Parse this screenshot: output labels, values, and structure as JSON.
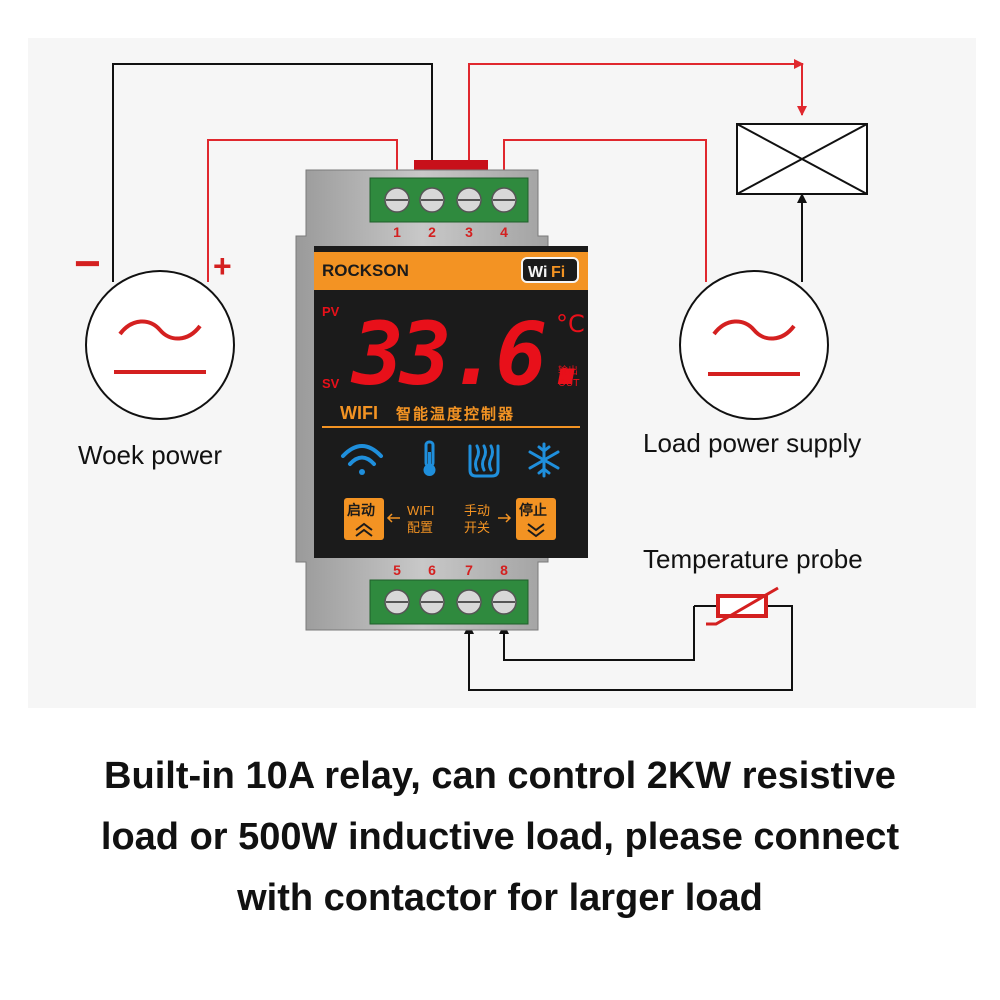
{
  "labels": {
    "work_power": "Woek power",
    "load_power_supply": "Load power supply",
    "temperature_probe": "Temperature probe",
    "minus": "−",
    "plus": "+"
  },
  "device": {
    "brand": "ROCKSON",
    "wifi_badge_1": "Wi",
    "wifi_badge_2": "Fi",
    "pv": "PV",
    "sv": "SV",
    "display_value": "33.6.",
    "unit": "°C",
    "out_cn": "输出",
    "out_en": "OUT",
    "model_prefix": "WIFI",
    "model_cn": "智能温度控制器",
    "start_btn": "启动",
    "wifi_cfg_1": "WIFI",
    "wifi_cfg_2": "配置",
    "manual_1": "手动",
    "manual_2": "开关",
    "stop_btn": "停止",
    "terminals_top": [
      "1",
      "2",
      "3",
      "4"
    ],
    "terminals_bottom": [
      "5",
      "6",
      "7",
      "8"
    ],
    "display_color": "#e8101a",
    "icon_color": "#1f8fdc",
    "accent": "#f39323"
  },
  "caption": [
    "Built-in 10A relay, can control 2KW resistive",
    "load or 500W inductive load, please connect",
    "with contactor for larger load"
  ]
}
